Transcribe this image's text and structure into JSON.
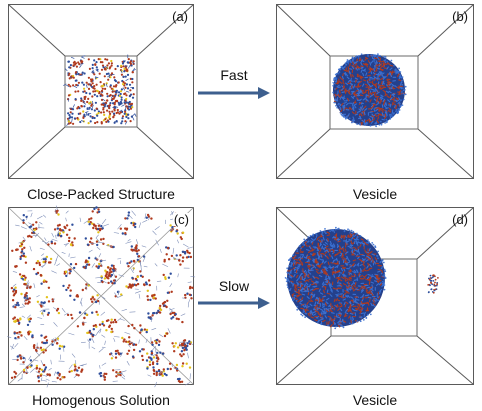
{
  "panels": {
    "a": {
      "letter": "(a)",
      "caption": "Close-Packed Structure"
    },
    "b": {
      "letter": "(b)",
      "caption": "Vesicle"
    },
    "c": {
      "letter": "(c)",
      "caption": "Homogenous Solution"
    },
    "d": {
      "letter": "(d)",
      "caption": "Vesicle"
    }
  },
  "arrows": {
    "top": {
      "label": "Fast"
    },
    "bottom": {
      "label": "Slow"
    }
  },
  "colors": {
    "box_edge": "#5a5a5a",
    "arrow": "#3d5f8e",
    "particle_red": "#b03a1e",
    "particle_blue": "#2f4f9c",
    "particle_yellow": "#e3c21a",
    "vesicle_blue": "#3a6fd0"
  }
}
